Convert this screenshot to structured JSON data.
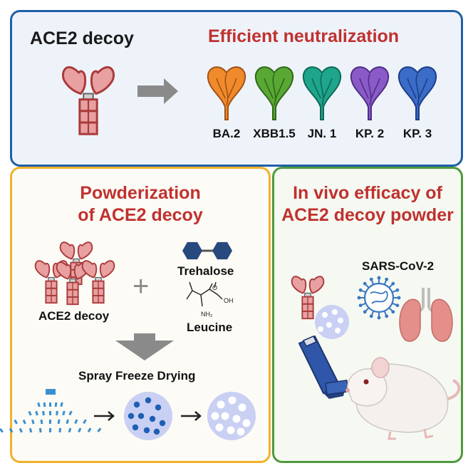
{
  "colors": {
    "top_border": "#1f5fa8",
    "top_bg": "#eef3fa",
    "left_border": "#f0b12a",
    "left_bg": "#fcfbf6",
    "right_border": "#4e9a3c",
    "right_bg": "#f5f9f2",
    "title_red": "#c0312e",
    "decoy_fill": "#e8a0a0",
    "decoy_stroke": "#a93a3a",
    "arrow_gray": "#8a8a8a",
    "trehalose": "#27497d",
    "particle_bg": "#c9d0f3",
    "particle_dot": "#1e5fb4",
    "spray": "#3a8fd0",
    "inhaler": "#2f56a8",
    "virus": "#3a78c2",
    "lung": "#e58f8a"
  },
  "top_panel": {
    "left_title": "ACE2 decoy",
    "right_title": "Efficient neutralization",
    "variants": [
      {
        "label": "BA.2",
        "color": "#f08a2a",
        "stroke": "#a2521a"
      },
      {
        "label": "XBB1.5",
        "color": "#5aa834",
        "stroke": "#2f6a18"
      },
      {
        "label": "JN. 1",
        "color": "#1ea58c",
        "stroke": "#0f6a58"
      },
      {
        "label": "KP. 2",
        "color": "#8a5ac8",
        "stroke": "#4e2f86"
      },
      {
        "label": "KP. 3",
        "color": "#3a6cc8",
        "stroke": "#1e3f86"
      }
    ]
  },
  "left_panel": {
    "title_line1": "Powderization",
    "title_line2": "of ACE2 decoy",
    "decoy_label": "ACE2 decoy",
    "plus": "+",
    "trehalose_label": "Trehalose",
    "leucine_label": "Leucine",
    "leucine_oh": "OH",
    "leucine_o": "O",
    "leucine_nh2": "NH₂",
    "process_label": "Spray Freeze Drying"
  },
  "right_panel": {
    "title_line1": "In vivo efficacy of",
    "title_line2": "ACE2 decoy powder",
    "virus_label": "SARS-CoV-2"
  }
}
